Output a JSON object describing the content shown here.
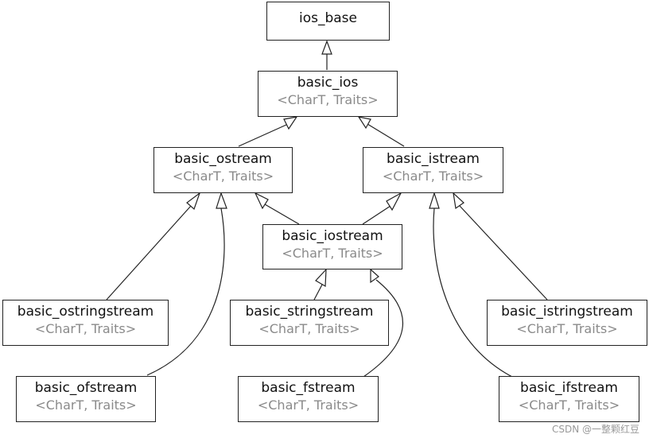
{
  "nodes": [
    {
      "id": "ios_base",
      "name": "ios_base",
      "params": ""
    },
    {
      "id": "basic_ios",
      "name": "basic_ios",
      "params": "<CharT, Traits>"
    },
    {
      "id": "basic_ostream",
      "name": "basic_ostream",
      "params": "<CharT, Traits>"
    },
    {
      "id": "basic_istream",
      "name": "basic_istream",
      "params": "<CharT, Traits>"
    },
    {
      "id": "basic_iostream",
      "name": "basic_iostream",
      "params": "<CharT, Traits>"
    },
    {
      "id": "basic_ostringstream",
      "name": "basic_ostringstream",
      "params": "<CharT, Traits>"
    },
    {
      "id": "basic_stringstream",
      "name": "basic_stringstream",
      "params": "<CharT, Traits>"
    },
    {
      "id": "basic_istringstream",
      "name": "basic_istringstream",
      "params": "<CharT, Traits>"
    },
    {
      "id": "basic_ofstream",
      "name": "basic_ofstream",
      "params": "<CharT, Traits>"
    },
    {
      "id": "basic_fstream",
      "name": "basic_fstream",
      "params": "<CharT, Traits>"
    },
    {
      "id": "basic_ifstream",
      "name": "basic_ifstream",
      "params": "<CharT, Traits>"
    }
  ],
  "edges": [
    {
      "from": "basic_ios",
      "to": "ios_base"
    },
    {
      "from": "basic_ostream",
      "to": "basic_ios"
    },
    {
      "from": "basic_istream",
      "to": "basic_ios"
    },
    {
      "from": "basic_iostream",
      "to": "basic_ostream"
    },
    {
      "from": "basic_iostream",
      "to": "basic_istream"
    },
    {
      "from": "basic_ostringstream",
      "to": "basic_ostream"
    },
    {
      "from": "basic_ofstream",
      "to": "basic_ostream"
    },
    {
      "from": "basic_stringstream",
      "to": "basic_iostream"
    },
    {
      "from": "basic_fstream",
      "to": "basic_iostream"
    },
    {
      "from": "basic_istringstream",
      "to": "basic_istream"
    },
    {
      "from": "basic_ifstream",
      "to": "basic_istream"
    }
  ],
  "watermark": "CSDN @一整颗红豆"
}
